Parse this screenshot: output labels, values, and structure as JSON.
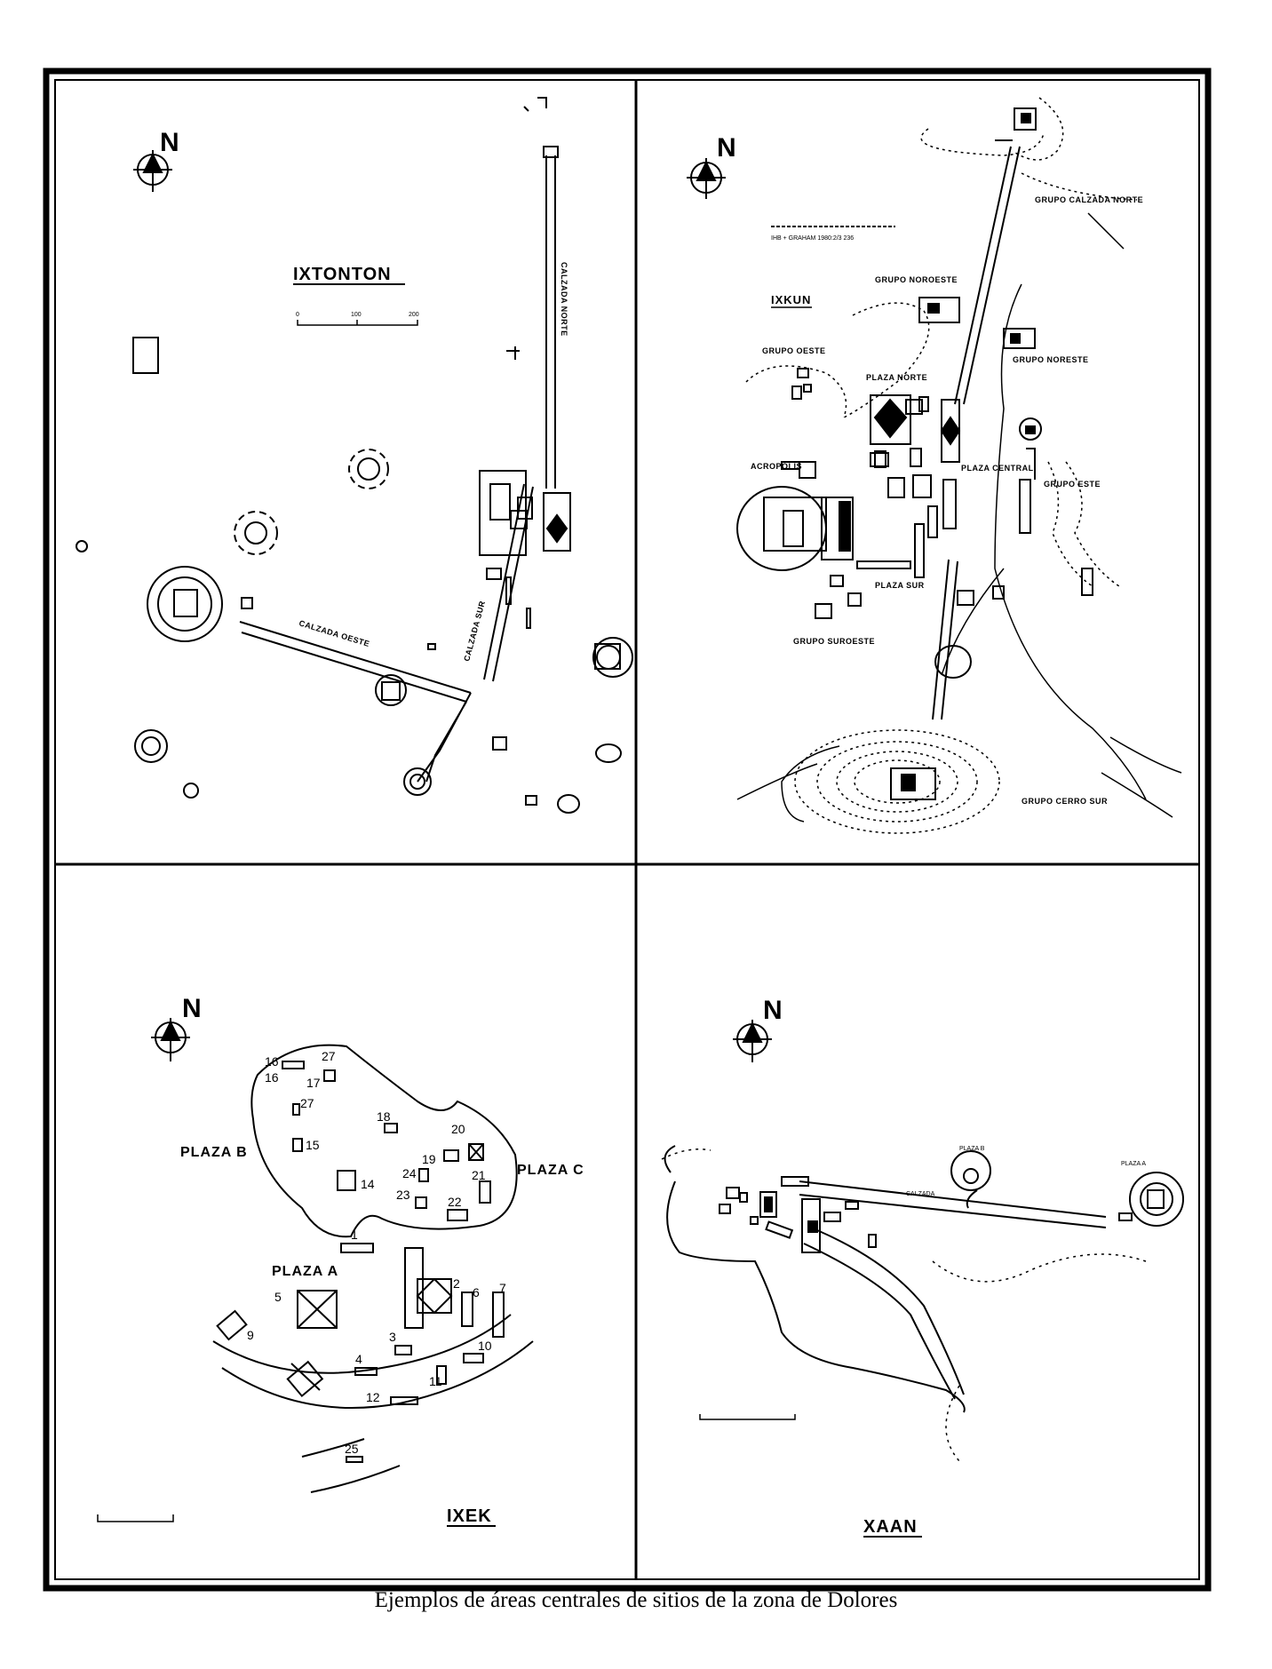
{
  "maps": [
    {
      "title": "IXTONTON",
      "north": "N",
      "scale_ticks": [
        "0",
        "100",
        "200"
      ],
      "labels": [
        "CALZADA NORTE",
        "CALZADA OESTE",
        "CALZADA SUR"
      ]
    },
    {
      "title": "IXKUN",
      "north": "N",
      "credit": "IHB + GRAHAM 1980:2/3 236",
      "labels": [
        "GRUPO CALZADA NORTE",
        "GRUPO NOROESTE",
        "GRUPO NORESTE",
        "GRUPO OESTE",
        "PLAZA NORTE",
        "ACROPOLIS",
        "PLAZA CENTRAL",
        "GRUPO ESTE",
        "PLAZA SUR",
        "GRUPO SUROESTE",
        "GRUPO CERRO SUR"
      ]
    },
    {
      "title": "IXEK",
      "north": "N",
      "plazas": [
        "PLAZA A",
        "PLAZA B",
        "PLAZA C"
      ],
      "structure_numbers": [
        "1",
        "2",
        "3",
        "4",
        "5",
        "6",
        "7",
        "9",
        "10",
        "11",
        "12",
        "14",
        "15",
        "16",
        "16",
        "17",
        "18",
        "19",
        "20",
        "21",
        "22",
        "23",
        "24",
        "25",
        "27",
        "27"
      ]
    },
    {
      "title": "XAAN",
      "north": "N",
      "labels": [
        "PLAZA A",
        "PLAZA B",
        "CALZADA"
      ]
    }
  ],
  "caption": "Ejemplos de áreas centrales de sitios de la zona de Dolores"
}
